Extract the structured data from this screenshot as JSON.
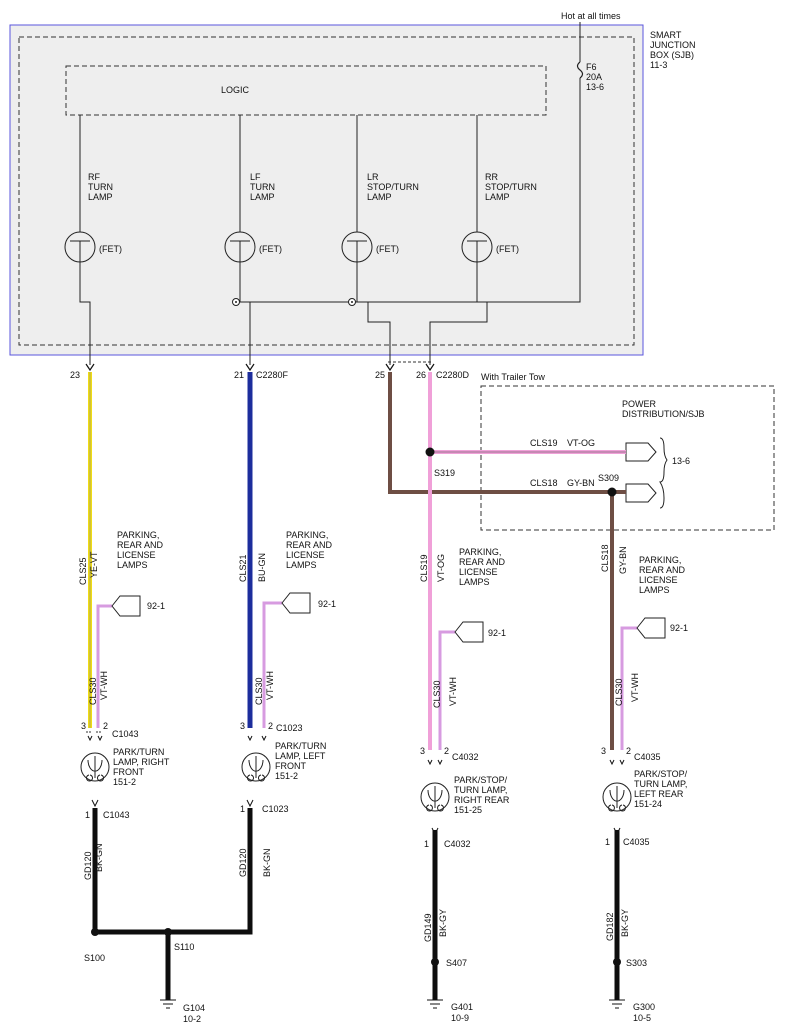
{
  "top_note": "Hot at all times",
  "sjb": {
    "title_lines": [
      "SMART",
      "JUNCTION",
      "BOX (SJB)",
      "11-3"
    ],
    "logic_label": "LOGIC",
    "fuse_lines": [
      "F6",
      "20A",
      "13-6"
    ],
    "fet_label": "(FET)",
    "circuits": [
      {
        "lines": [
          "RF",
          "TURN",
          "LAMP"
        ]
      },
      {
        "lines": [
          "LF",
          "TURN",
          "LAMP"
        ]
      },
      {
        "lines": [
          "LR",
          "STOP/TURN",
          "LAMP"
        ]
      },
      {
        "lines": [
          "RR",
          "STOP/TURN",
          "LAMP"
        ]
      }
    ]
  },
  "sjb_pins": [
    {
      "pin": "23",
      "connector": ""
    },
    {
      "pin": "21",
      "connector": "C2280F"
    },
    {
      "pin": "25",
      "connector": ""
    },
    {
      "pin": "26",
      "connector": "C2280D"
    }
  ],
  "trailer_tow": {
    "label": "With Trailer Tow",
    "pd_lines": [
      "POWER",
      "DISTRIBUTION/SJB"
    ],
    "pd_ref": "13-6",
    "wires": [
      {
        "circuit": "CLS19",
        "color": "VT-OG",
        "splice": "S319"
      },
      {
        "circuit": "CLS18",
        "color": "GY-BN",
        "splice": "S309"
      }
    ]
  },
  "wire_colors": {
    "yellow": "#f0dc14",
    "blue": "#1c2d9c",
    "violet": "#d79be0",
    "pink": "#f0a0d8",
    "brown": "#6e4e44",
    "black": "#0e0e0e",
    "sjb_border": "#5a55dd"
  },
  "branches": [
    {
      "feed": {
        "circuit": "CLS25",
        "color": "YE-VT"
      },
      "park_lines": [
        "PARKING,",
        "REAR AND",
        "LICENSE",
        "LAMPS"
      ],
      "park_ref": "92-1",
      "cls30": {
        "circuit": "CLS30",
        "color": "VT-WH"
      },
      "pin_a": "3",
      "pin_b": "2",
      "connector": "C1043",
      "lamp_lines": [
        "PARK/TURN",
        "LAMP, RIGHT",
        "FRONT",
        "151-2"
      ],
      "gnd_pin": "1",
      "gnd_connector": "C1043",
      "ground": {
        "circuit": "GD120",
        "color": "BK-GN"
      },
      "splice": "S100"
    },
    {
      "feed": {
        "circuit": "CLS21",
        "color": "BU-GN"
      },
      "park_lines": [
        "PARKING,",
        "REAR AND",
        "LICENSE",
        "LAMPS"
      ],
      "park_ref": "92-1",
      "cls30": {
        "circuit": "CLS30",
        "color": "VT-WH"
      },
      "pin_a": "3",
      "pin_b": "2",
      "connector": "C1023",
      "lamp_lines": [
        "PARK/TURN",
        "LAMP, LEFT",
        "FRONT",
        "151-2"
      ],
      "gnd_pin": "1",
      "gnd_connector": "C1023",
      "ground": {
        "circuit": "GD120",
        "color": "BK-GN"
      },
      "splice": "S110",
      "ground_point": "G104",
      "ground_ref": "10-2"
    },
    {
      "feed": {
        "circuit": "CLS19",
        "color": "VT-OG"
      },
      "park_lines": [
        "PARKING,",
        "REAR AND",
        "LICENSE",
        "LAMPS"
      ],
      "park_ref": "92-1",
      "cls30": {
        "circuit": "CLS30",
        "color": "VT-WH"
      },
      "pin_a": "3",
      "pin_b": "2",
      "connector": "C4032",
      "lamp_lines": [
        "PARK/STOP/",
        "TURN LAMP,",
        "RIGHT REAR",
        "151-25"
      ],
      "gnd_pin": "1",
      "gnd_connector": "C4032",
      "ground": {
        "circuit": "GD149",
        "color": "BK-GY"
      },
      "splice": "S407",
      "ground_point": "G401",
      "ground_ref": "10-9"
    },
    {
      "feed": {
        "circuit": "CLS18",
        "color": "GY-BN"
      },
      "park_lines": [
        "PARKING,",
        "REAR AND",
        "LICENSE",
        "LAMPS"
      ],
      "park_ref": "92-1",
      "cls30": {
        "circuit": "CLS30",
        "color": "VT-WH"
      },
      "pin_a": "3",
      "pin_b": "2",
      "connector": "C4035",
      "lamp_lines": [
        "PARK/STOP/",
        "TURN LAMP,",
        "LEFT REAR",
        "151-24"
      ],
      "gnd_pin": "1",
      "gnd_connector": "C4035",
      "ground": {
        "circuit": "GD182",
        "color": "BK-GY"
      },
      "splice": "S303",
      "ground_point": "G300",
      "ground_ref": "10-5"
    }
  ]
}
